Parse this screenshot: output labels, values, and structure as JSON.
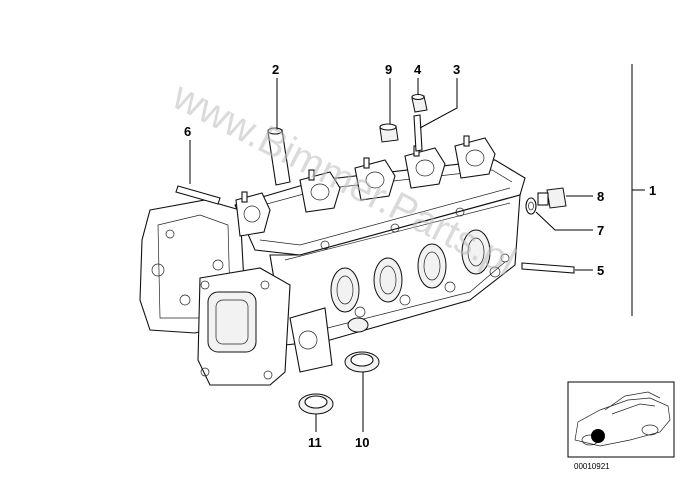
{
  "watermark": "www.Bimmer.Parts.pl",
  "reference_number": "00010921",
  "callouts": {
    "c1": "1",
    "c2": "2",
    "c3": "3",
    "c4": "4",
    "c5": "5",
    "c6": "6",
    "c7": "7",
    "c8": "8",
    "c9": "9",
    "c10": "10",
    "c11": "11"
  },
  "parts": [
    {
      "label": "1",
      "name": "cylinder-head"
    },
    {
      "label": "2",
      "name": "valve-guide"
    },
    {
      "label": "3",
      "name": "stud-bolt"
    },
    {
      "label": "4",
      "name": "collar-nut"
    },
    {
      "label": "5",
      "name": "stud-bolt"
    },
    {
      "label": "6",
      "name": "stud-bolt"
    },
    {
      "label": "7",
      "name": "gasket-ring"
    },
    {
      "label": "8",
      "name": "screw-plug"
    },
    {
      "label": "9",
      "name": "valve-seal"
    },
    {
      "label": "10",
      "name": "shaft-seal"
    },
    {
      "label": "11",
      "name": "shaft-seal"
    }
  ]
}
